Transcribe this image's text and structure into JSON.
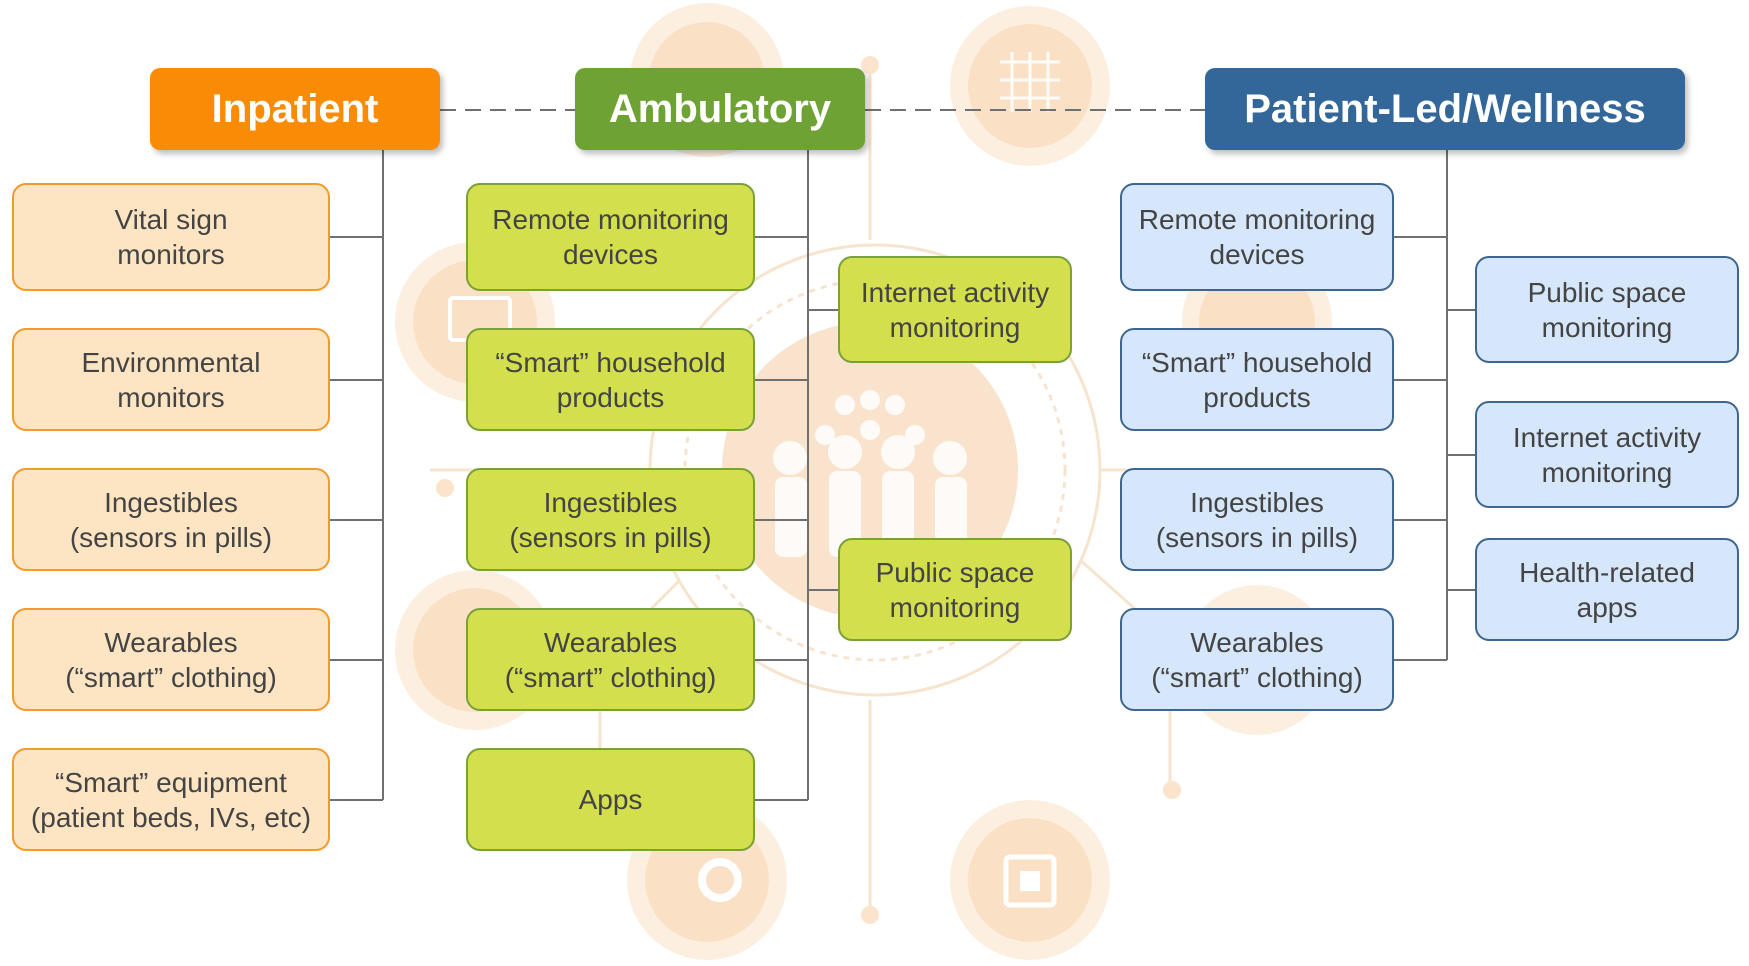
{
  "colors": {
    "inpatient": "#fa8c05",
    "ambulatory": "#6ea235",
    "patient_led": "#336699",
    "connector": "#707070",
    "background_motif": "#f9dcbc"
  },
  "headers": {
    "inpatient": "Inpatient",
    "ambulatory": "Ambulatory",
    "patient_led": "Patient-Led/Wellness"
  },
  "inpatient": {
    "items": [
      "Vital sign\nmonitors",
      "Environmental\nmonitors",
      "Ingestibles\n(sensors in pills)",
      "Wearables\n(“smart” clothing)",
      "“Smart” equipment\n(patient beds, IVs, etc)"
    ]
  },
  "ambulatory": {
    "left_items": [
      "Remote monitoring\ndevices",
      "“Smart” household\nproducts",
      "Ingestibles\n(sensors in pills)",
      "Wearables\n(“smart” clothing)",
      "Apps"
    ],
    "right_items": [
      "Internet activity\nmonitoring",
      "Public space\nmonitoring"
    ]
  },
  "patient_led": {
    "left_items": [
      "Remote monitoring\ndevices",
      "“Smart” household\nproducts",
      "Ingestibles\n(sensors in pills)",
      "Wearables\n(“smart” clothing)"
    ],
    "right_items": [
      "Public space\nmonitoring",
      "Internet activity\nmonitoring",
      "Health-related\napps"
    ]
  },
  "icons": [
    "magnifier-icon",
    "grid-chip-icon",
    "monitor-icon",
    "people-group-icon",
    "gear-icon",
    "processor-icon"
  ]
}
